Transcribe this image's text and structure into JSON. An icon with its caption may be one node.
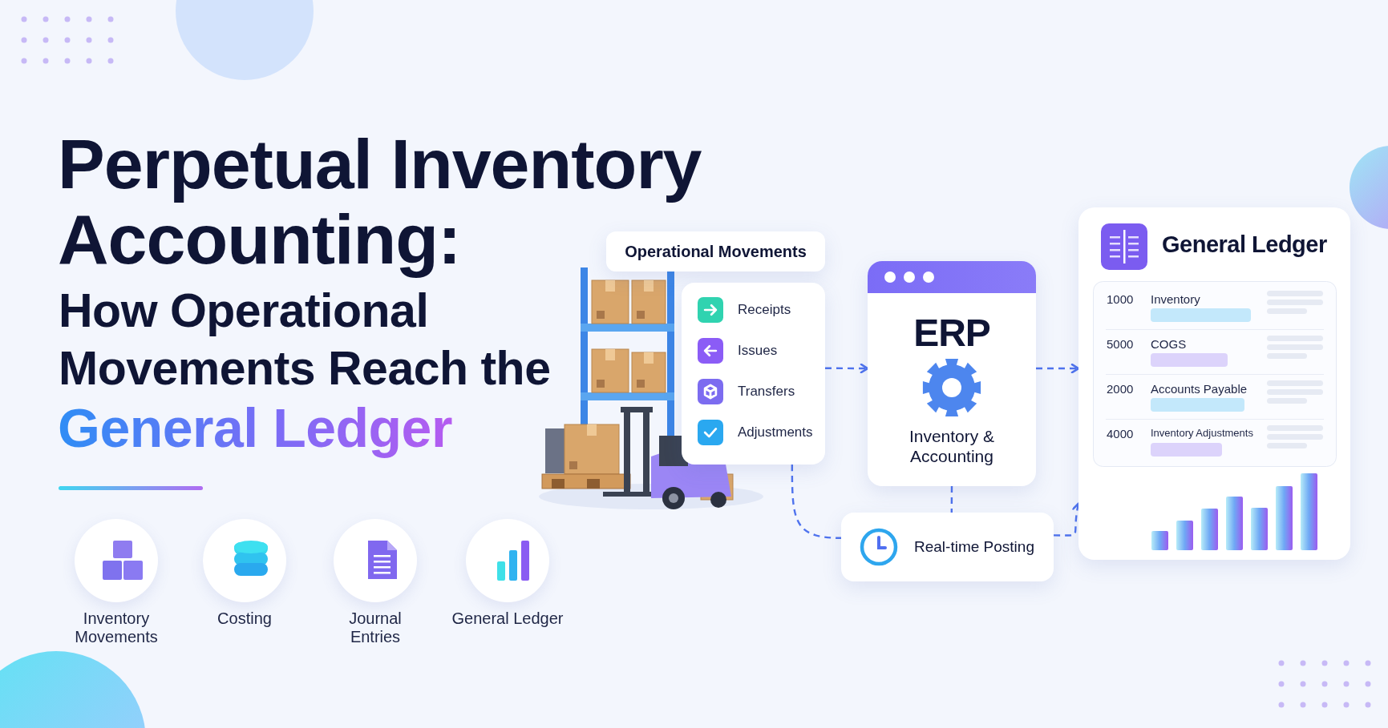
{
  "diagram": {
    "title": "Perpetual Inventory Accounting:",
    "nodes": [
      {
        "text": [
          "Operational Movements"
        ]
      },
      {
        "text": [
          "Receipts",
          "Issues",
          "Transfers",
          "Adjustments"
        ]
      },
      {
        "text": [
          "ERP",
          "Inventory & Accounting"
        ]
      },
      {
        "text": [
          "General Ledger"
        ]
      },
      {
        "text": [
          "Real-time Posting"
        ]
      },
      {
        "text": [
          "Inventory Movements"
        ]
      },
      {
        "text": [
          "Costing"
        ]
      },
      {
        "text": [
          "Journal Entries"
        ]
      },
      {
        "text": [
          "General Ledger"
        ]
      }
    ],
    "edges": [
      {
        "from": 1,
        "to": 2,
        "arrow": "to",
        "style": "dashed"
      },
      {
        "from": 2,
        "to": 3,
        "arrow": "to",
        "style": "dashed"
      },
      {
        "from": 1,
        "to": 4,
        "arrow": "none",
        "style": "dashed"
      },
      {
        "from": 2,
        "to": 4,
        "arrow": "none",
        "style": "dashed"
      },
      {
        "from": 4,
        "to": 3,
        "arrow": "to",
        "style": "dashed"
      }
    ],
    "labels": [
      "How Operational Movements Reach the",
      "General Ledger",
      "1000",
      "Inventory",
      "5000",
      "COGS",
      "2000",
      "Accounts Payable",
      "4000",
      "Inventory Adjustments"
    ]
  }
}
